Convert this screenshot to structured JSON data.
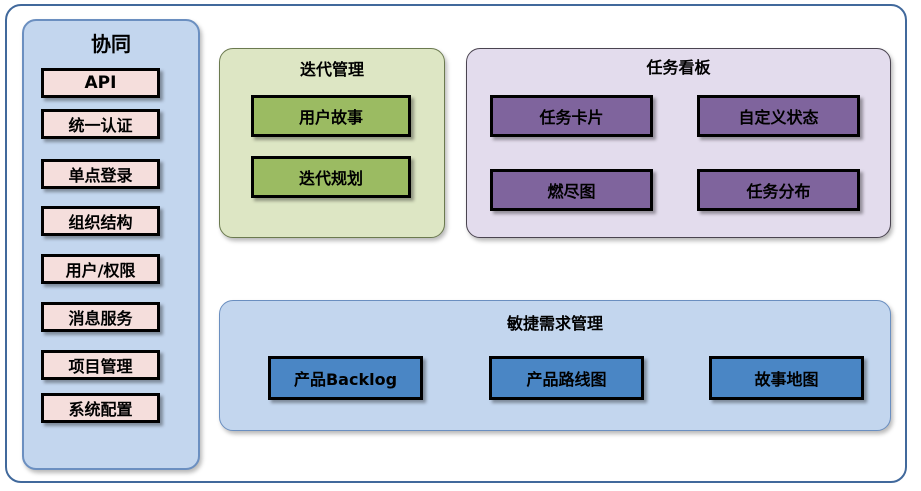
{
  "diagram": {
    "title_hidden": "",
    "colors": {
      "frame_border": "#41699c",
      "sidebar_bg": "#c3d6ee",
      "sidebar_item_bg": "#f5dedc",
      "iteration_bg": "#dde6c4",
      "iteration_item_bg": "#9bbb62",
      "taskboard_bg": "#e3dced",
      "taskboard_item_bg": "#7f649d",
      "agile_bg": "#c3d6ee",
      "agile_item_bg": "#4a86c5",
      "box_border": "#000000"
    }
  },
  "sidebar": {
    "title": "协同",
    "items": [
      {
        "label": "API"
      },
      {
        "label": "统一认证"
      },
      {
        "label": "单点登录"
      },
      {
        "label": "组织结构"
      },
      {
        "label": "用户/权限"
      },
      {
        "label": "消息服务"
      },
      {
        "label": "项目管理"
      },
      {
        "label": "系统配置"
      }
    ]
  },
  "iteration": {
    "title": "迭代管理",
    "items": [
      {
        "label": "用户故事"
      },
      {
        "label": "迭代规划"
      }
    ]
  },
  "taskboard": {
    "title": "任务看板",
    "items": [
      {
        "label": "任务卡片"
      },
      {
        "label": "自定义状态"
      },
      {
        "label": "燃尽图"
      },
      {
        "label": "任务分布"
      }
    ]
  },
  "agile": {
    "title": "敏捷需求管理",
    "items": [
      {
        "label": "产品Backlog"
      },
      {
        "label": "产品路线图"
      },
      {
        "label": "故事地图"
      }
    ]
  }
}
